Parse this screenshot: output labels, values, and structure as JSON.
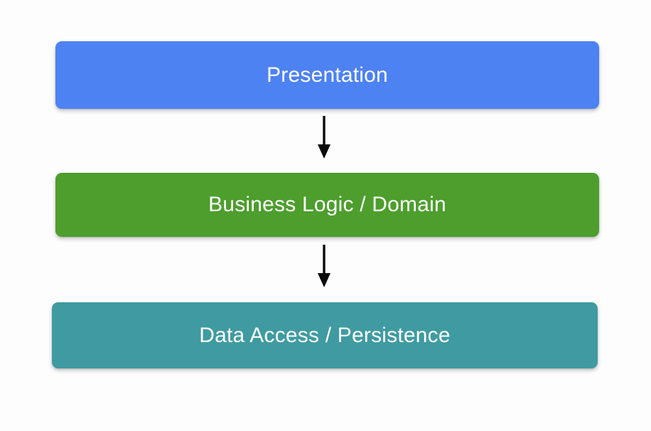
{
  "diagram": {
    "type": "layered-architecture",
    "orientation": "vertical-top-down",
    "background_color": "#fdfdfd",
    "layers": [
      {
        "id": "presentation",
        "label": "Presentation",
        "color": "#4d82f3",
        "text_color": "#ffffff",
        "order": 1
      },
      {
        "id": "business-logic",
        "label": "Business Logic / Domain",
        "color": "#4d9e2d",
        "text_color": "#ffffff",
        "order": 2
      },
      {
        "id": "data-access",
        "label": "Data Access / Persistence",
        "color": "#3f9ba1",
        "text_color": "#ffffff",
        "order": 3
      }
    ],
    "connectors": [
      {
        "id": "connector-presentation-to-business",
        "from": "presentation",
        "to": "business-logic",
        "style": "solid-arrow-down",
        "color": "#000000"
      },
      {
        "id": "connector-business-to-data",
        "from": "business-logic",
        "to": "data-access",
        "style": "solid-arrow-down",
        "color": "#000000"
      }
    ]
  }
}
